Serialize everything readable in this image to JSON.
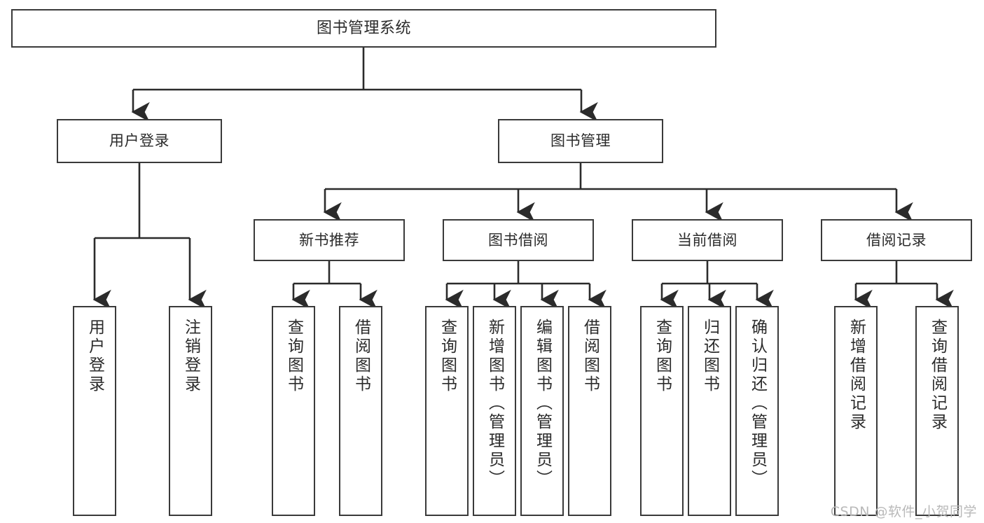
{
  "diagram": {
    "title": "图书管理系统",
    "type": "hierarchy-tree",
    "colors": {
      "box_border": "#3a3a3a",
      "box_fill": "#ffffff",
      "connector": "#2b2b2b",
      "text": "#2b2b2b",
      "watermark": "#b9b9b9",
      "background": "#ffffff"
    },
    "nodes": {
      "root": {
        "label": "图书管理系统"
      },
      "level2": [
        {
          "label": "用户登录"
        },
        {
          "label": "图书管理"
        }
      ],
      "level3": [
        {
          "label": "新书推荐"
        },
        {
          "label": "图书借阅"
        },
        {
          "label": "当前借阅"
        },
        {
          "label": "借阅记录"
        }
      ],
      "leaves": {
        "user_login": [
          {
            "label": "用户登录"
          },
          {
            "label": "注销登录"
          }
        ],
        "new_book_recommend": [
          {
            "label": "查询图书"
          },
          {
            "label": "借阅图书"
          }
        ],
        "book_borrow": [
          {
            "label": "查询图书"
          },
          {
            "label": "新增图书（管理员）"
          },
          {
            "label": "编辑图书（管理员）"
          },
          {
            "label": "借阅图书"
          }
        ],
        "current_borrow": [
          {
            "label": "查询图书"
          },
          {
            "label": "归还图书"
          },
          {
            "label": "确认归还（管理员）"
          }
        ],
        "borrow_record": [
          {
            "label": "新增借阅记录"
          },
          {
            "label": "查询借阅记录"
          }
        ]
      }
    },
    "watermark": "CSDN @软件_小贺同学"
  }
}
